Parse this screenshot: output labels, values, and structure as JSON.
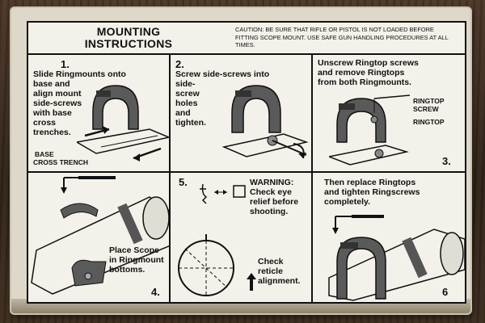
{
  "header": {
    "title_line1": "MOUNTING",
    "title_line2": "INSTRUCTIONS",
    "caution": "Caution: Be sure that rifle or pistol is not loaded before fitting scope mount. Use safe gun handling procedures at all times."
  },
  "steps": [
    {
      "number": "1.",
      "lines": [
        "Slide Ringmounts onto",
        "base and",
        "align mount",
        "side-screws",
        "with base",
        "cross",
        "trenches."
      ],
      "labels": [
        "BASE",
        "CROSS TRENCH"
      ]
    },
    {
      "number": "2.",
      "lines": [
        "Screw side-screws into",
        "side-",
        "screw",
        "holes",
        "and",
        "tighten."
      ]
    },
    {
      "number": "3.",
      "lines": [
        "Unscrew Ringtop screws",
        "and remove Ringtops",
        "from both Ringmounts."
      ],
      "labels": [
        "RINGTOP",
        "SCREW",
        "RINGTOP"
      ]
    },
    {
      "number": "4.",
      "lines": [
        "Place Scope",
        "in Ringmount",
        "bottoms."
      ]
    },
    {
      "number": "5.",
      "lines": [
        "WARNING:",
        "Check eye",
        "relief before",
        "shooting."
      ],
      "lines_b": [
        "Check",
        "reticle",
        "alignment."
      ]
    },
    {
      "number": "6",
      "lines": [
        "Then replace Ringtops",
        "and tighten Ringscrews",
        "completely."
      ]
    }
  ],
  "colors": {
    "label_bg": "#f4f1ea",
    "ink": "#111111",
    "box": "#ddd8ca"
  }
}
